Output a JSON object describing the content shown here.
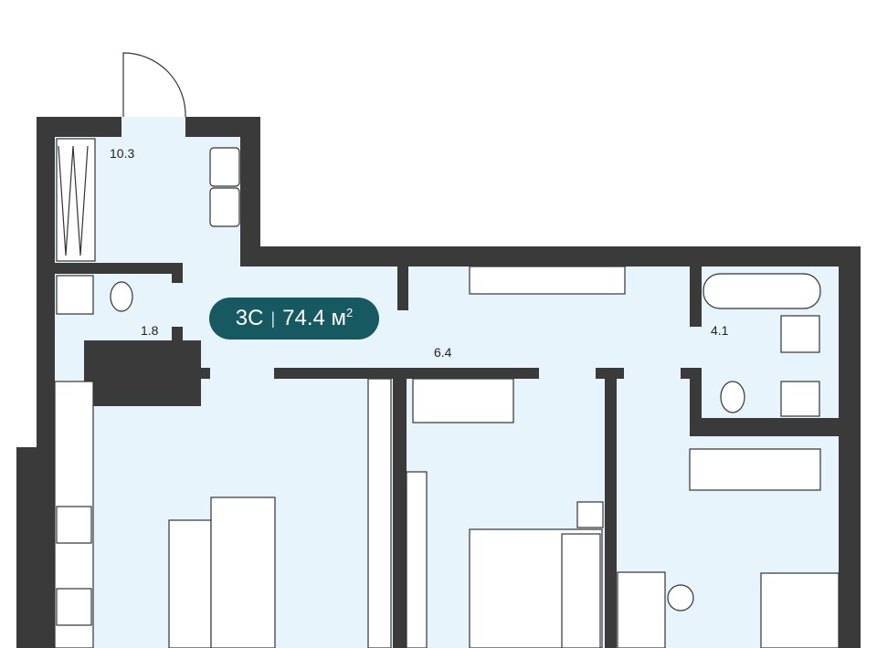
{
  "plan": {
    "badge": {
      "type": "3С",
      "separator": "|",
      "area": "74.4 м",
      "unit_sup": "2"
    },
    "room_areas": [
      "10.3",
      "1.8",
      "6.4",
      "4.1"
    ],
    "colors": {
      "wall": "#3a3a3a",
      "floor": "#e8f4fc",
      "badge": "#175960"
    }
  }
}
